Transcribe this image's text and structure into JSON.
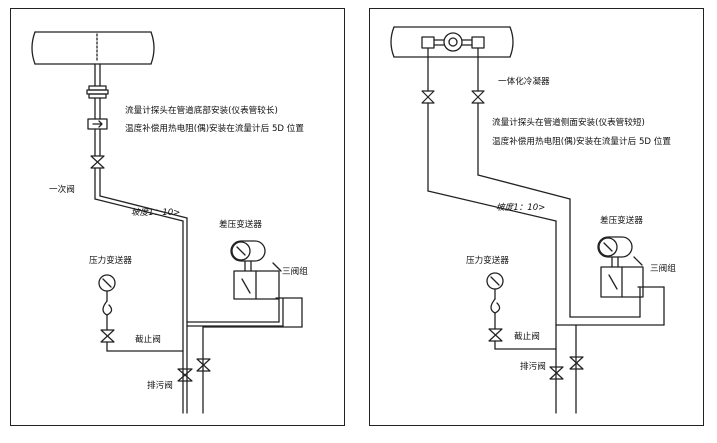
{
  "left_panel": {
    "note_line1": "流量计探头在管道底部安装(仪表管较长)",
    "note_line2": "温度补偿用热电阻(偶)安装在流量计后 5D 位置",
    "primary_valve": "一次阀",
    "slope": "坡度1：10>",
    "dp_transmitter": "差压变送器",
    "manifold": "三阀组",
    "pressure_transmitter": "压力变送器",
    "stop_valve": "截止阀",
    "drain_valve": "排污阀"
  },
  "right_panel": {
    "condenser": "一体化冷凝器",
    "note_line1": "流量计探头在管道侧面安装(仪表管较短)",
    "note_line2": "温度补偿用热电阻(偶)安装在流量计后 5D 位置",
    "slope": "坡度1：10>",
    "dp_transmitter": "差压变送器",
    "manifold": "三阀组",
    "pressure_transmitter": "压力变送器",
    "stop_valve": "截止阀",
    "drain_valve": "排污阀"
  }
}
